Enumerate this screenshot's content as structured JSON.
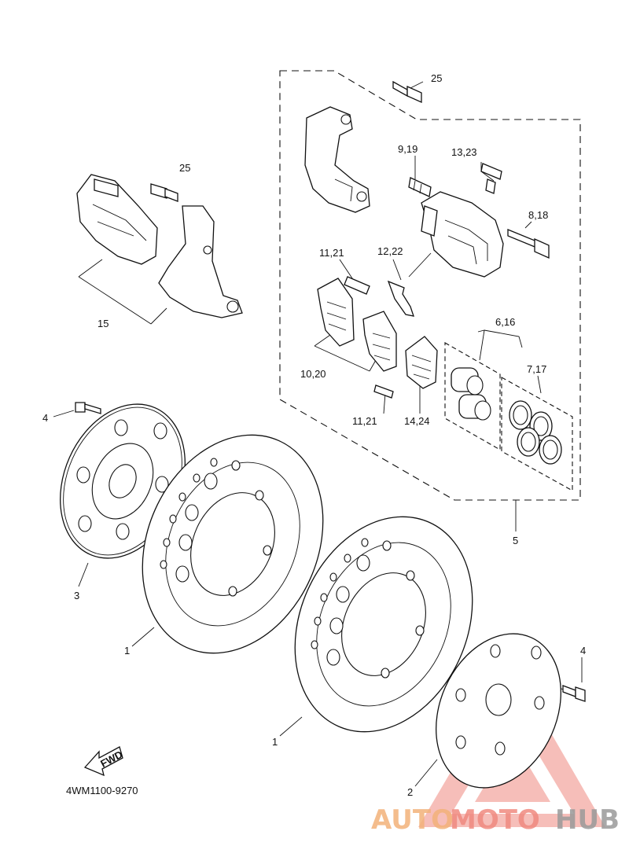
{
  "labels": {
    "l25a": "25",
    "l25b": "25",
    "l9_19": "9,19",
    "l13_23": "13,23",
    "l8_18": "8,18",
    "l11_21a": "11,21",
    "l12_22": "12,22",
    "l15": "15",
    "l6_16": "6,16",
    "l7_17": "7,17",
    "l10_20": "10,20",
    "l11_21b": "11,21",
    "l14_24": "14,24",
    "l4a": "4",
    "l5": "5",
    "l3": "3",
    "l1a": "1",
    "l1b": "1",
    "l4b": "4",
    "l2": "2",
    "fwd": "FWD",
    "diagram_code": "4WM1100-9270"
  },
  "watermark": {
    "part1": "AUTO",
    "part2": "MOTO",
    "part3": "HUB",
    "color_orange": "#f3b27a",
    "color_red": "#f08a80",
    "color_gray": "#9a9a9a"
  }
}
